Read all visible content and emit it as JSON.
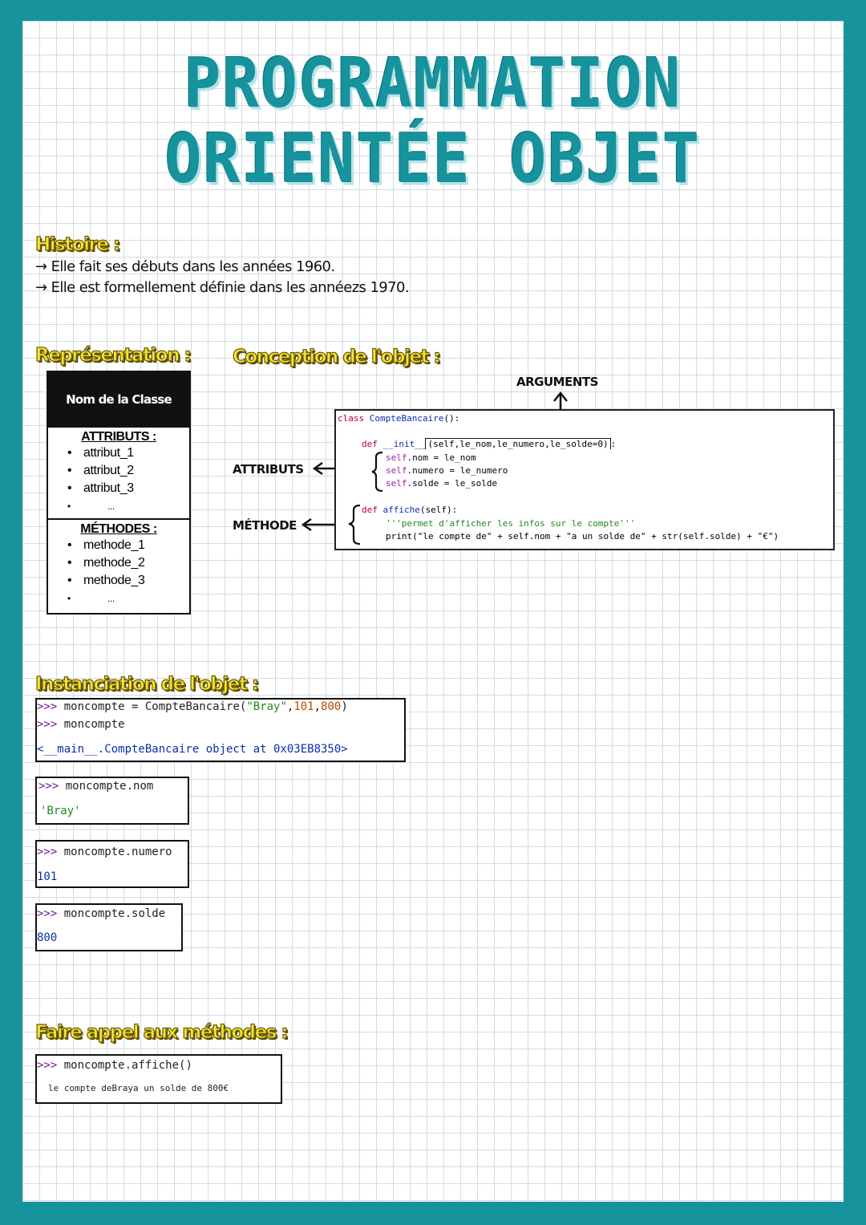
{
  "title": {
    "line1": "PROGRAMMATION",
    "line2": "ORIENTÉE OBJET"
  },
  "histoire": {
    "heading": "Histoire :",
    "items": [
      "→ Elle fait ses débuts dans les années 1960.",
      "→ Elle est formellement définie dans les annéezs 1970."
    ]
  },
  "representation": {
    "heading": "Représentation :",
    "class_name": "Nom de la Classe",
    "attributes_title": "ATTRIBUTS :",
    "attributes": [
      "attribut_1",
      "attribut_2",
      "attribut_3",
      "..."
    ],
    "methods_title": "MÉTHODES :",
    "methods": [
      "methode_1",
      "methode_2",
      "methode_3",
      "..."
    ]
  },
  "conception": {
    "heading": "Conception de l'objet :",
    "arguments_label": "ARGUMENTS",
    "attributs_label": "ATTRIBUTS",
    "methode_label": "MÉTHODE",
    "code": {
      "class_kw": "class",
      "class_name": "CompteBancaire",
      "class_rest": "():",
      "def_kw": "def",
      "init_name": "__init__",
      "init_args": "(self,le_nom,le_numero,le_solde=0)",
      "init_end": ":",
      "line_nom_self": "self",
      "line_nom_rest": ".nom = le_nom",
      "line_numero_self": "self",
      "line_numero_rest": ".numero = le_numero",
      "line_solde_self": "self",
      "line_solde_rest": ".solde = le_solde",
      "def2_kw": "def",
      "affiche_name": "affiche",
      "affiche_args": "(self):",
      "docstring": "'''permet d'afficher les infos sur le compte'''",
      "print_line": "print(\"le compte de\" + self.nom + \"a un solde de\" + str(self.solde) + \"€\")"
    }
  },
  "instanciation": {
    "heading": "Instanciation de l'objet :",
    "line1_prompt": ">>>",
    "line1_code": " moncompte = CompteBancaire(",
    "line1_str": "\"Bray\"",
    "line1_comma1": ",",
    "line1_n1": "101",
    "line1_comma2": ",",
    "line1_n2": "800",
    "line1_close": ")",
    "line2_prompt": ">>>",
    "line2_code": " moncompte",
    "line3": "<__main__.CompteBancaire object at 0x03EB8350>",
    "nom_prompt": ">>>",
    "nom_code": " moncompte.nom",
    "nom_out": "'Bray'",
    "numero_prompt": ">>>",
    "numero_code": " moncompte.numero",
    "numero_out": "101",
    "solde_prompt": ">>>",
    "solde_code": " moncompte.solde",
    "solde_out": "800"
  },
  "methodes": {
    "heading": "Faire appel aux méthodes :",
    "prompt": ">>>",
    "code": " moncompte.affiche()",
    "out": "le compte deBraya un solde de 800€"
  },
  "colors": {
    "frame": "#16939c",
    "heading_yellow": "#f4e534",
    "grid": "#d6dbe0"
  }
}
